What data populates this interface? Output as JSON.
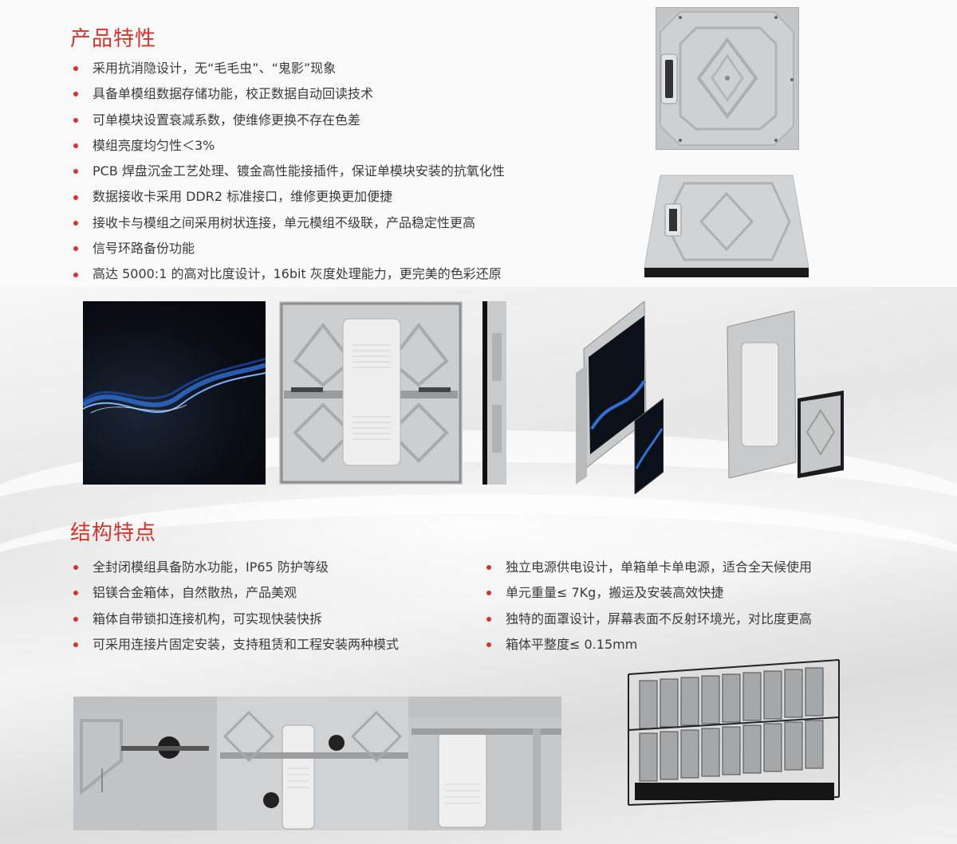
{
  "features": {
    "title": "产品特性",
    "items": [
      "采用抗消隐设计，无“毛毛虫”、“鬼影”现象",
      "具备单模组数据存储功能，校正数据自动回读技术",
      "可单模块设置衰减系数，使维修更换不存在色差",
      "模组亮度均匀性＜3%",
      "PCB 焊盘沉金工艺处理、镀金高性能接插件，保证单模块安装的抗氧化性",
      "数据接收卡采用 DDR2 标准接口，维修更换更加便捷",
      "接收卡与模组之间采用树状连接，单元模组不级联，产品稳定性更高",
      "信号环路备份功能",
      "高达 5000:1 的高对比度设计，16bit 灰度处理能力，更完美的色彩还原"
    ]
  },
  "structure": {
    "title": "结构特点",
    "left_items": [
      "全封闭模组具备防水功能，IP65 防护等级",
      "铝镁合金箱体，自然散热，产品美观",
      "箱体自带锁扣连接机构，可实现快装快拆",
      "可采用连接片固定安装，支持租赁和工程安装两种模式"
    ],
    "right_items": [
      "独立电源供电设计，单箱单卡单电源，适合全天候使用",
      "单元重量≤ 7Kg，搬运及安装高效快捷",
      "独特的面罩设计，屏幕表面不反射环境光，对比度更高",
      "箱体平整度≤ 0.15mm"
    ]
  },
  "colors": {
    "accent": "#d9322b",
    "text": "#3a3a3a"
  }
}
